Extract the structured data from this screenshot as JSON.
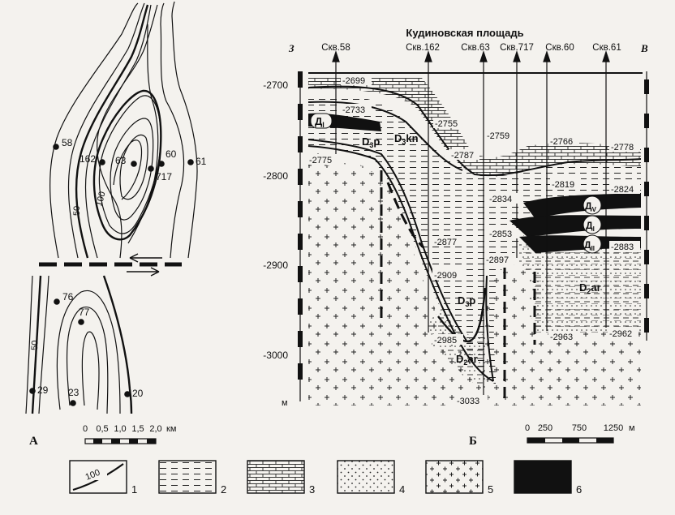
{
  "panel_a": {
    "letter": "А",
    "wells_upper": [
      {
        "label": "58"
      },
      {
        "label": "162"
      },
      {
        "label": "63"
      },
      {
        "label": "60"
      },
      {
        "label": "717"
      },
      {
        "label": "61"
      }
    ],
    "wells_lower": [
      {
        "label": "76"
      },
      {
        "label": "77"
      },
      {
        "label": "29"
      },
      {
        "label": "23"
      },
      {
        "label": "20"
      }
    ],
    "contour_labels": [
      "50",
      "100",
      "50"
    ],
    "scale": {
      "ticks": [
        "0",
        "0,5",
        "1,0",
        "1,5",
        "2,0"
      ],
      "unit": "км"
    }
  },
  "panel_b": {
    "letter": "Б",
    "title": "Кудиновская площадь",
    "west": "З",
    "east": "В",
    "depth_unit": "м",
    "depth_ticks": [
      "-2700",
      "-2800",
      "-2900",
      "-3000"
    ],
    "wells": [
      "Скв.58",
      "Скв.162",
      "Скв.63",
      "Скв.717",
      "Скв.60",
      "Скв.61"
    ],
    "depth_labels": [
      "-2699",
      "-2733",
      "-2775",
      "-2755",
      "-2787",
      "-2759",
      "-2834",
      "-2766",
      "-2778",
      "-2819",
      "-2824",
      "-2877",
      "-2853",
      "-2909",
      "-2897",
      "-2883",
      "-2985",
      "-2963",
      "-2962",
      "-3033"
    ],
    "strata": [
      "Д",
      "I",
      "D",
      "3",
      "p",
      "D",
      "3",
      "kn",
      "D",
      "3",
      "p",
      "D",
      "2",
      "ar",
      "D",
      "2",
      "ar",
      "Д",
      "V",
      "Д",
      "I",
      "Д",
      "II",
      "Д",
      "V"
    ],
    "scale": {
      "ticks": [
        "0",
        "250",
        "750",
        "1250"
      ],
      "unit": "м"
    }
  },
  "legend": [
    "1",
    "2",
    "3",
    "4",
    "5",
    "6"
  ],
  "legend_sample": "100"
}
